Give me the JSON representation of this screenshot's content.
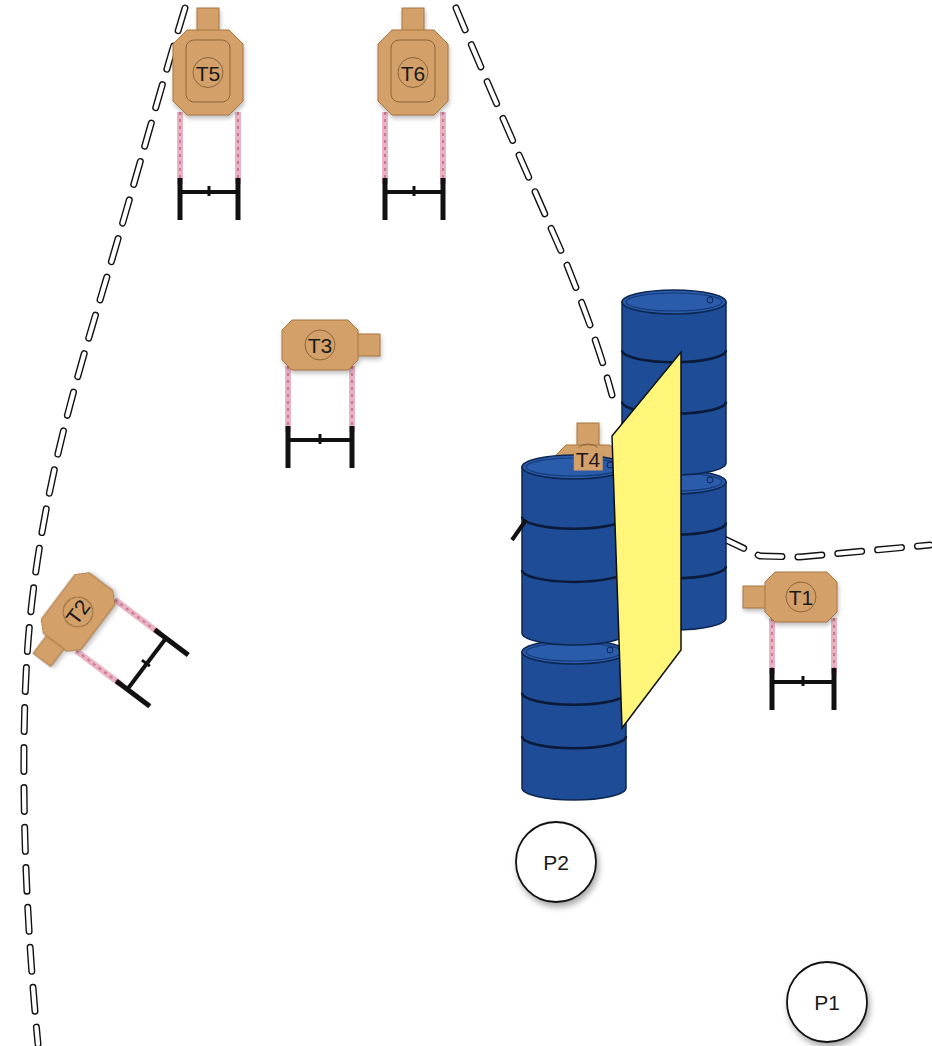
{
  "diagram": {
    "nodes": [
      {
        "text": [
          "T5"
        ]
      },
      {
        "text": [
          "T6"
        ]
      },
      {
        "text": [
          "T3"
        ]
      },
      {
        "text": [
          "T4"
        ]
      },
      {
        "text": [
          "T2"
        ]
      },
      {
        "text": [
          "T1"
        ]
      },
      {
        "text": [
          "P2"
        ]
      },
      {
        "text": [
          "P1"
        ]
      }
    ]
  }
}
